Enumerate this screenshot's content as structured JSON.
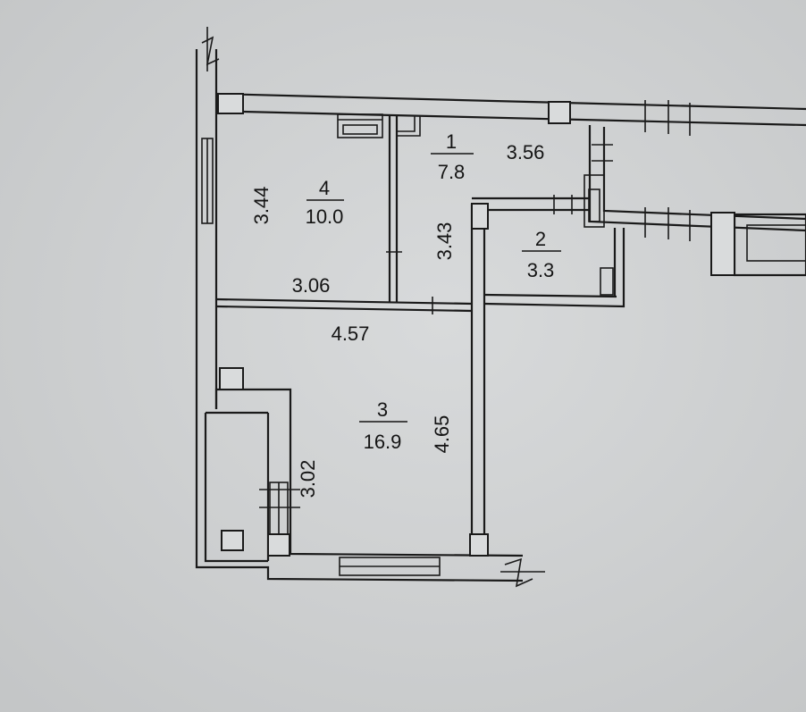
{
  "rooms": [
    {
      "number": "1",
      "area": "7.8"
    },
    {
      "number": "2",
      "area": "3.3"
    },
    {
      "number": "3",
      "area": "16.9"
    },
    {
      "number": "4",
      "area": "10.0"
    }
  ],
  "dimensions": {
    "room4_height": "3.44",
    "room4_width": "3.06",
    "corridor_length": "3.56",
    "corridor_height": "3.43",
    "room3_width": "4.57",
    "room3_height": "4.65",
    "balcony_length": "3.02"
  },
  "colors": {
    "paper": "#d3d5d6",
    "ink": "#1a1a1a"
  }
}
